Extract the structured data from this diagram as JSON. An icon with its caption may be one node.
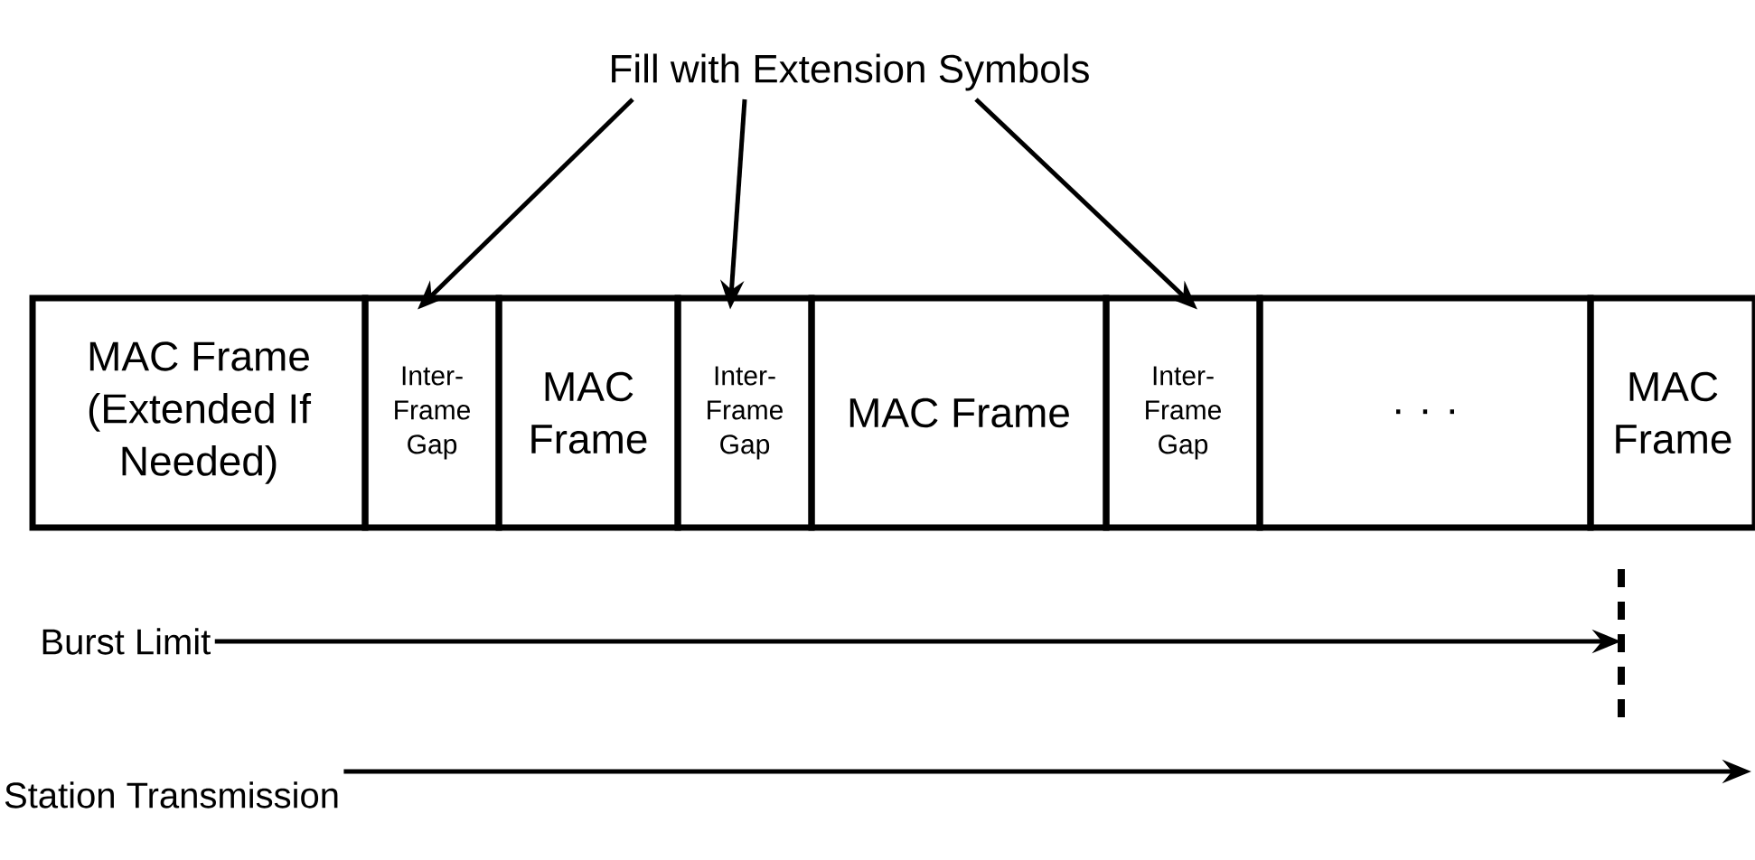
{
  "diagram": {
    "nodes": [
      {
        "text": [
          "Fill with Extension Symbols"
        ]
      },
      {
        "text": [
          "MAC Frame (Extended If Needed)"
        ]
      },
      {
        "text": [
          "Inter-Frame Gap"
        ]
      },
      {
        "text": [
          "MAC Frame"
        ]
      },
      {
        "text": [
          "Inter-Frame Gap"
        ]
      },
      {
        "text": [
          "MAC Frame"
        ]
      },
      {
        "text": [
          "Inter-Frame Gap"
        ]
      },
      {
        "text": [
          ". . ."
        ]
      },
      {
        "text": [
          "MAC Frame"
        ]
      },
      {
        "text": [
          "Burst Limit"
        ]
      },
      {
        "text": [
          "Station Transmission"
        ]
      }
    ],
    "edges": [
      {
        "from": 0,
        "to": 2,
        "arrow": "to"
      },
      {
        "from": 0,
        "to": 4,
        "arrow": "to"
      },
      {
        "from": 0,
        "to": 6,
        "arrow": "to"
      },
      {
        "from": 9,
        "to": null,
        "arrow": "to"
      },
      {
        "from": 10,
        "to": null,
        "arrow": "to"
      }
    ]
  }
}
